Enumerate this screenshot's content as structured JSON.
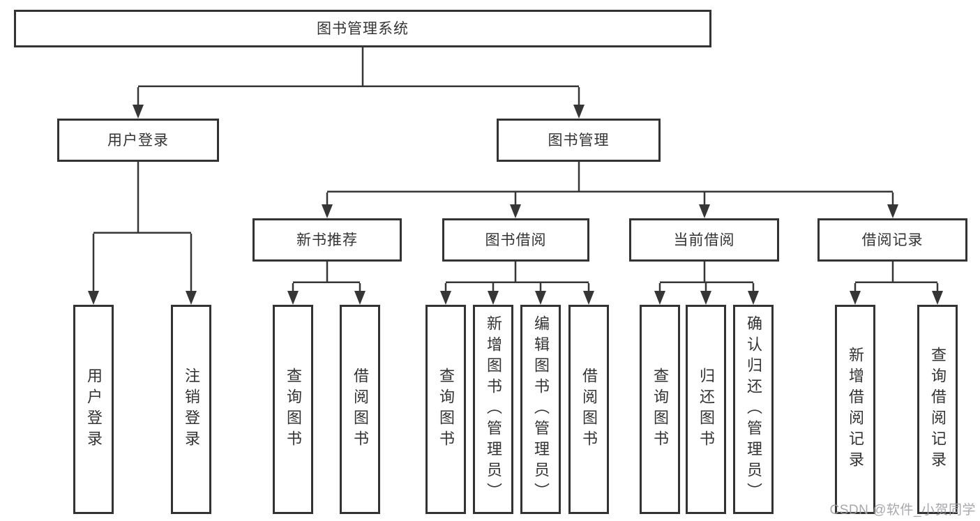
{
  "diagram": {
    "root": {
      "label": "图书管理系统"
    },
    "level2": [
      {
        "label": "用户登录",
        "children": [
          {
            "label": "用户登录"
          },
          {
            "label": "注销登录"
          }
        ]
      },
      {
        "label": "图书管理",
        "children": [
          {
            "label": "新书推荐",
            "children": [
              {
                "label": "查询图书"
              },
              {
                "label": "借阅图书"
              }
            ]
          },
          {
            "label": "图书借阅",
            "children": [
              {
                "label": "查询图书"
              },
              {
                "label": "新增图书（管理员）"
              },
              {
                "label": "编辑图书（管理员）"
              },
              {
                "label": "借阅图书"
              }
            ]
          },
          {
            "label": "当前借阅",
            "children": [
              {
                "label": "查询图书"
              },
              {
                "label": "归还图书"
              },
              {
                "label": "确认归还（管理员）"
              }
            ]
          },
          {
            "label": "借阅记录",
            "children": [
              {
                "label": "新增借阅记录"
              },
              {
                "label": "查询借阅记录"
              }
            ]
          }
        ]
      }
    ]
  },
  "watermark": {
    "text": "CSDN @软件_小贺同学"
  },
  "colors": {
    "box_border": "#333333",
    "connector_line": "#363636",
    "text": "#333333",
    "watermark": "#9e9ea4",
    "background": "#ffffff"
  }
}
